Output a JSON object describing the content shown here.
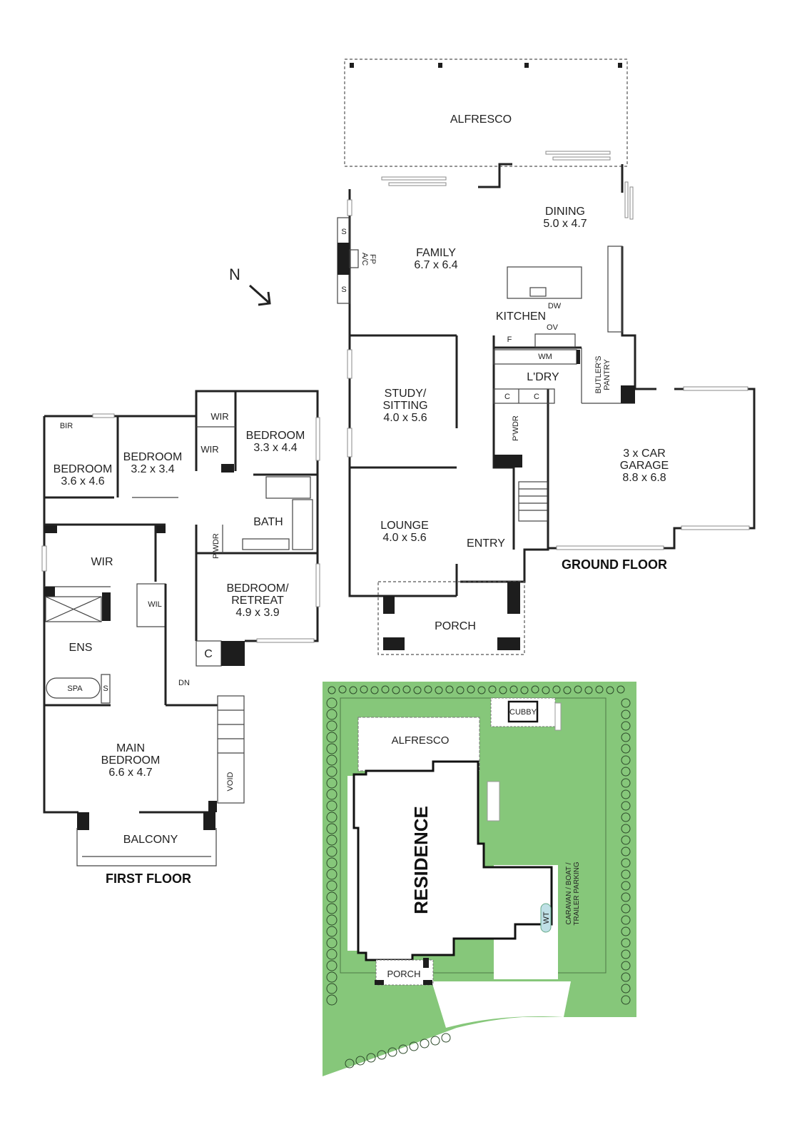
{
  "compass": {
    "label": "N"
  },
  "ground_floor": {
    "title": "GROUND FLOOR",
    "rooms": {
      "alfresco": "ALFRESCO",
      "dining": [
        "DINING",
        "5.0 x 4.7"
      ],
      "family": [
        "FAMILY",
        "6.7 x 6.4"
      ],
      "kitchen": "KITCHEN",
      "study": [
        "STUDY/",
        "SITTING",
        "4.0 x 5.6"
      ],
      "lounge": [
        "LOUNGE",
        "4.0 x 5.6"
      ],
      "entry": "ENTRY",
      "porch": "PORCH",
      "laundry": "L'DRY",
      "butlers_pantry": [
        "BUTLER'S",
        "PANTRY"
      ],
      "powder": "P'WDR",
      "garage": [
        "3 x CAR",
        "GARAGE",
        "8.8 x 6.8"
      ]
    },
    "fixtures": {
      "s1": "S",
      "s2": "S",
      "ac": "A/C",
      "fp": "FP",
      "dw": "DW",
      "ov": "OV",
      "f": "F",
      "wm": "WM",
      "c1": "C",
      "c2": "C"
    }
  },
  "first_floor": {
    "title": "FIRST FLOOR",
    "rooms": {
      "bir": "BIR",
      "bedroom_a": [
        "BEDROOM",
        "3.6 x 4.6"
      ],
      "bedroom_b": [
        "BEDROOM",
        "3.2 x 3.4"
      ],
      "bedroom_c": [
        "BEDROOM",
        "3.3 x 4.4"
      ],
      "wir_top": "WIR",
      "wir_mid": "WIR",
      "wir_main": "WIR",
      "bath": "BATH",
      "powder": "P'WDR",
      "retreat": [
        "BEDROOM/",
        "RETREAT",
        "4.9 x 3.9"
      ],
      "wil": "WIL",
      "ens": "ENS",
      "spa": "SPA",
      "s": "S",
      "c": "C",
      "dn": "DN",
      "main_bedroom": [
        "MAIN",
        "BEDROOM",
        "6.6 x 4.7"
      ],
      "void": "VOID",
      "balcony": "BALCONY"
    }
  },
  "site_plan": {
    "residence": "RESIDENCE",
    "alfresco": "ALFRESCO",
    "cubby": "CUBBY",
    "porch": "PORCH",
    "wt": "WT",
    "parking": [
      "CARAVAN / BOAT /",
      "TRAILER PARKING"
    ]
  },
  "colors": {
    "grass": "#86c77a",
    "wall": "#222222",
    "water_tank": "#bfe0e6"
  }
}
